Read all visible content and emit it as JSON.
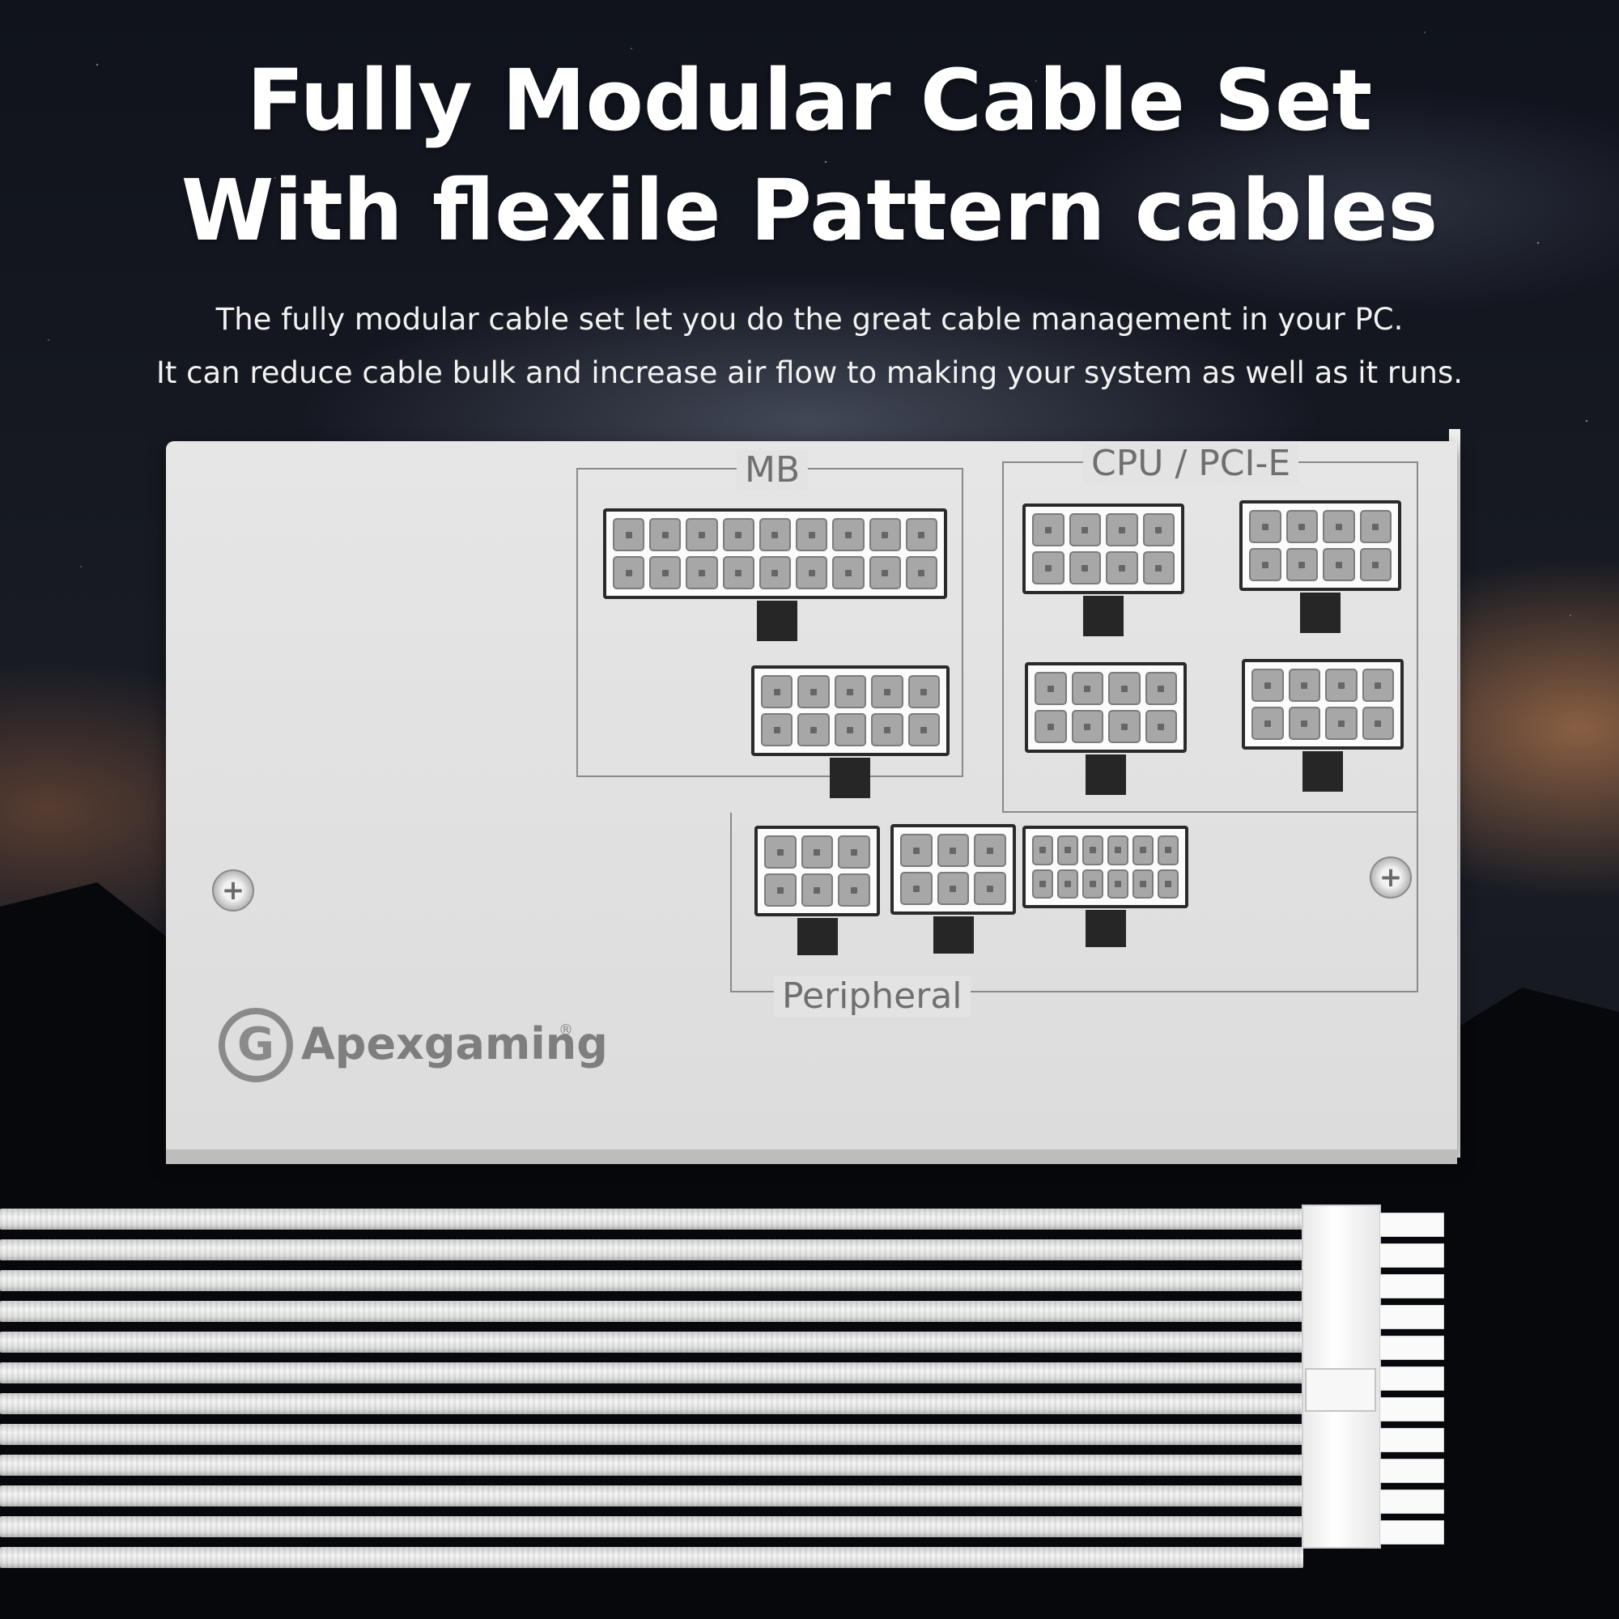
{
  "headline": {
    "line1": "Fully Modular Cable Set",
    "line2": "With flexile Pattern cables"
  },
  "description": {
    "line1": "The fully modular cable set let you do the great cable management in your PC.",
    "line2": "It can reduce cable bulk and increase air flow to making your system as well as it runs."
  },
  "panel": {
    "groups": {
      "mb": "MB",
      "cpu_pcie": "CPU / PCI-E",
      "peripheral": "Peripheral"
    },
    "brand": {
      "name": "Apexgaming",
      "registered": "®",
      "icon": "apexgaming-logo-icon"
    }
  },
  "colors": {
    "panel": "#e3e3e3",
    "label_text": "#6f6f6f",
    "cable": "#f2f2f2",
    "socket_frame": "#2a2a2a"
  }
}
